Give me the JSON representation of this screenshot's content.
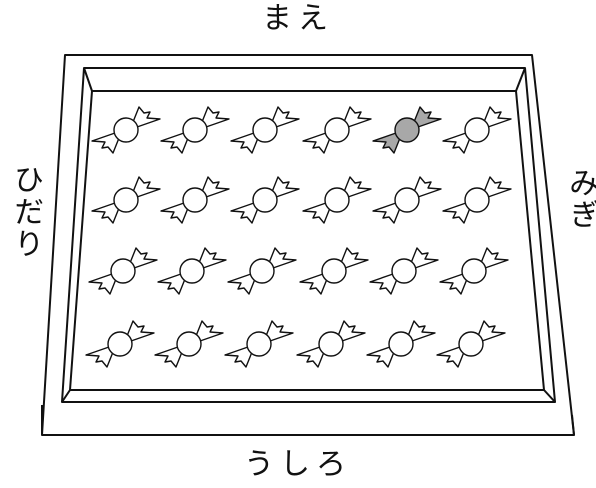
{
  "labels": {
    "front": "まえ",
    "back": "うしろ",
    "left": "ひだり",
    "right": "みぎ"
  },
  "grid": {
    "rows": 4,
    "cols": 6,
    "highlighted": {
      "row": 1,
      "col": 5
    }
  },
  "colors": {
    "stroke": "#111111",
    "candy_fill": "#ffffff",
    "highlight_fill": "#a8a8a8",
    "tray_fill": "#ffffff"
  }
}
